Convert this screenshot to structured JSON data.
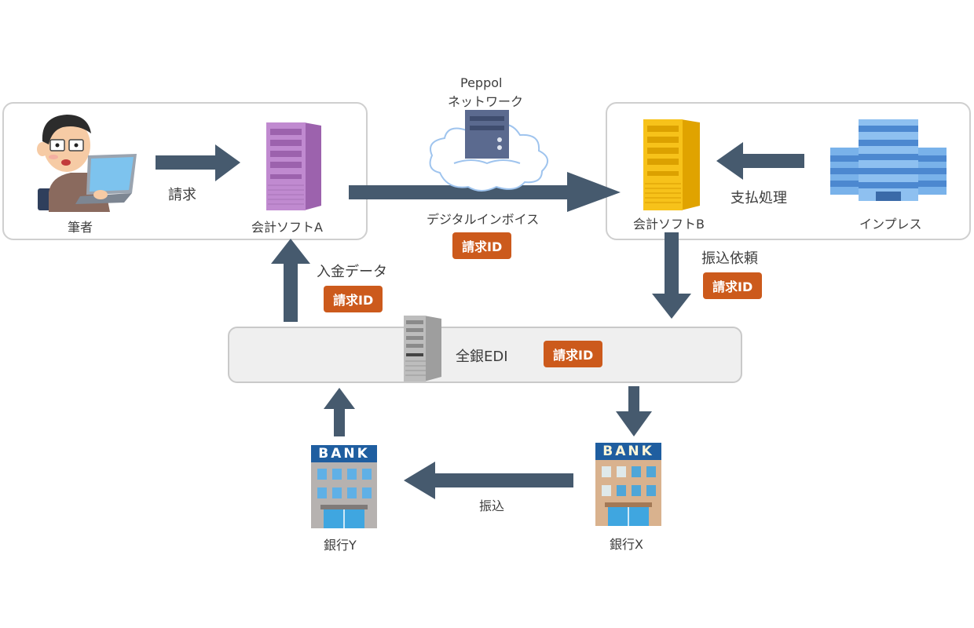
{
  "diagram": {
    "title": "Peppol / 全銀EDI invoice flow",
    "accent_colors": {
      "arrow": "#465a6e",
      "badge": "#cc5a1c",
      "server_a": "#b57bc4",
      "server_b": "#f5b800",
      "company": "#6aa4e0"
    },
    "nodes": {
      "author": {
        "label": "筆者",
        "icon": "person-laptop-icon"
      },
      "software_a": {
        "label": "会計ソフトA",
        "icon": "server-icon"
      },
      "peppol": {
        "label_line1": "Peppol",
        "label_line2": "ネットワーク",
        "icon": "cloud-server-icon"
      },
      "software_b": {
        "label": "会計ソフトB",
        "icon": "server-icon"
      },
      "impress": {
        "label": "インプレス",
        "icon": "office-building-icon"
      },
      "zengin_edi": {
        "label": "全銀EDI",
        "icon": "server-icon",
        "badge": "請求ID"
      },
      "bank_y": {
        "label": "銀行Y",
        "sign": "BANK",
        "icon": "bank-building-icon"
      },
      "bank_x": {
        "label": "銀行X",
        "sign": "BANK",
        "icon": "bank-building-icon"
      }
    },
    "edges": {
      "author_to_a": {
        "label": "請求"
      },
      "a_to_b": {
        "label": "デジタルインボイス",
        "badge": "請求ID"
      },
      "impress_to_b": {
        "label": "支払処理"
      },
      "b_to_edi": {
        "label": "振込依頼",
        "badge": "請求ID"
      },
      "edi_to_a": {
        "label": "入金データ",
        "badge": "請求ID"
      },
      "edi_to_bank_x": {
        "label": ""
      },
      "bank_x_to_bank_y": {
        "label": "振込"
      },
      "bank_y_to_edi": {
        "label": ""
      }
    }
  }
}
